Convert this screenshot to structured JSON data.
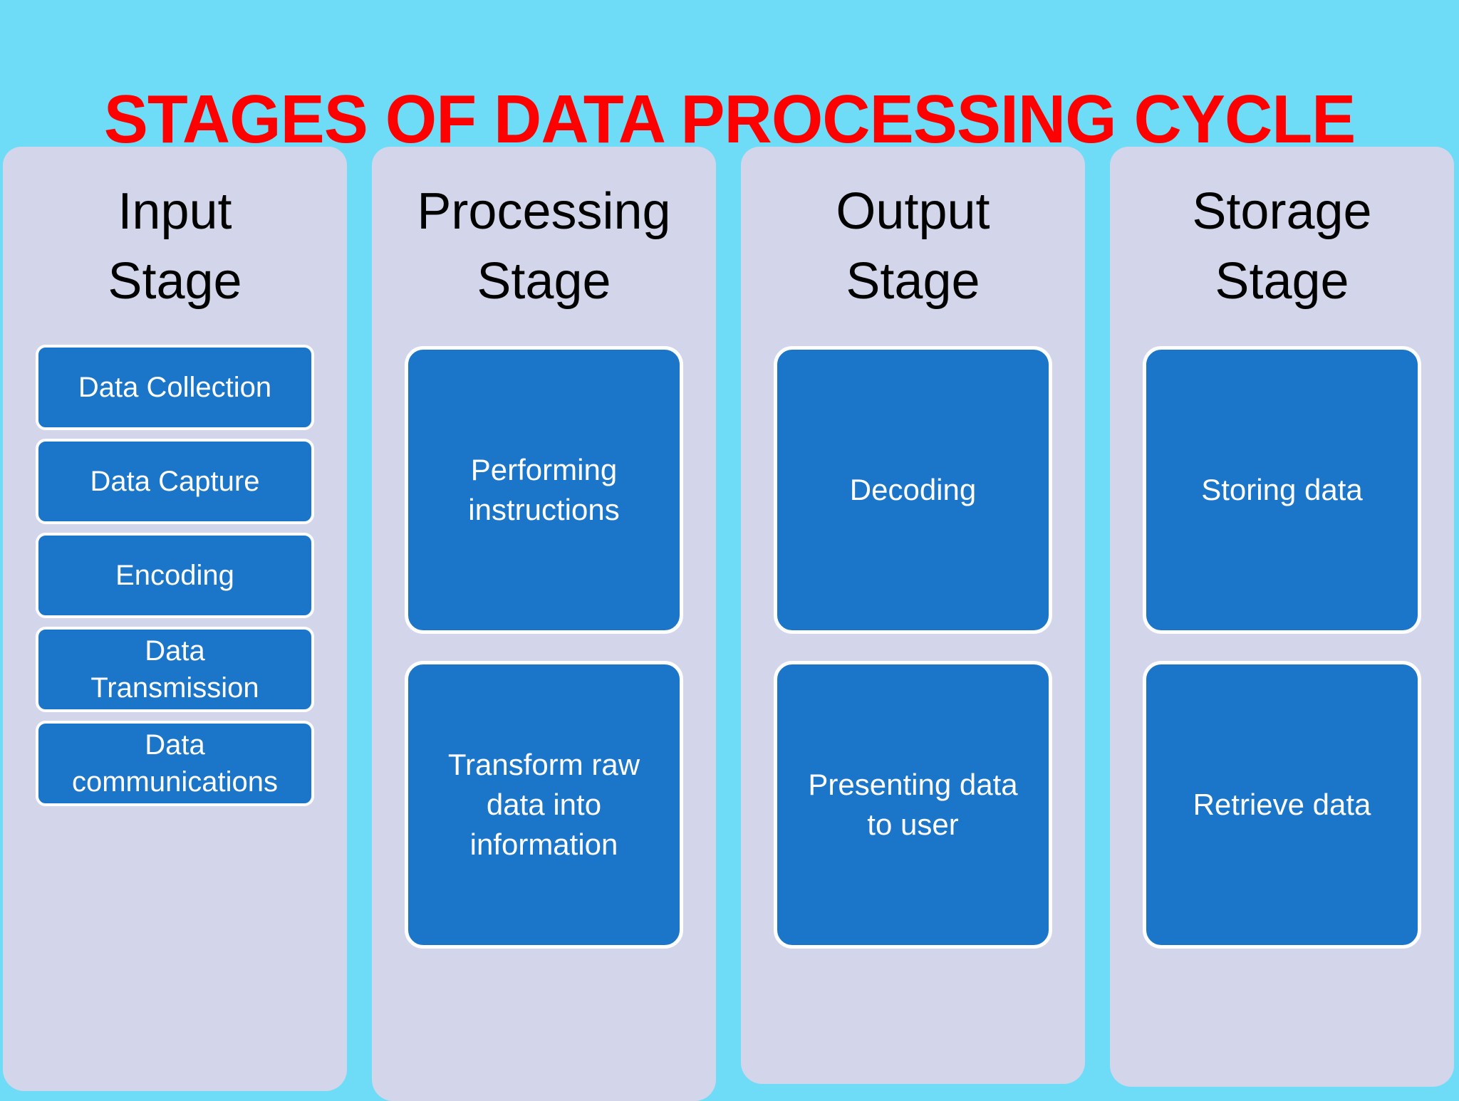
{
  "title": "STAGES OF DATA PROCESSING CYCLE",
  "theme": {
    "background": "#6FDCF7",
    "panel": "#D3D6EA",
    "item": "#1B76C9",
    "item_border": "#FFFFFF",
    "item_text": "#FFFFFF",
    "header_text": "#000000",
    "title_text": "#FF0000"
  },
  "stages": [
    {
      "header": "Input\nStage",
      "style": "list",
      "items": [
        {
          "label": "Data Collection",
          "lines": 1
        },
        {
          "label": "Data Capture",
          "lines": 1
        },
        {
          "label": "Encoding",
          "lines": 1
        },
        {
          "label": "Data\nTransmission",
          "lines": 2
        },
        {
          "label": "Data\ncommunications",
          "lines": 2
        }
      ]
    },
    {
      "header": "Processing\nStage",
      "style": "blocks",
      "items": [
        {
          "label": "Performing\ninstructions",
          "lines": 2
        },
        {
          "label": "Transform raw\ndata into\ninformation",
          "lines": 3
        }
      ]
    },
    {
      "header": "Output\nStage",
      "style": "blocks",
      "items": [
        {
          "label": "Decoding",
          "lines": 1
        },
        {
          "label": "Presenting data\nto user",
          "lines": 2
        }
      ]
    },
    {
      "header": "Storage\nStage",
      "style": "blocks",
      "items": [
        {
          "label": "Storing data",
          "lines": 1
        },
        {
          "label": "Retrieve data",
          "lines": 1
        }
      ]
    }
  ]
}
